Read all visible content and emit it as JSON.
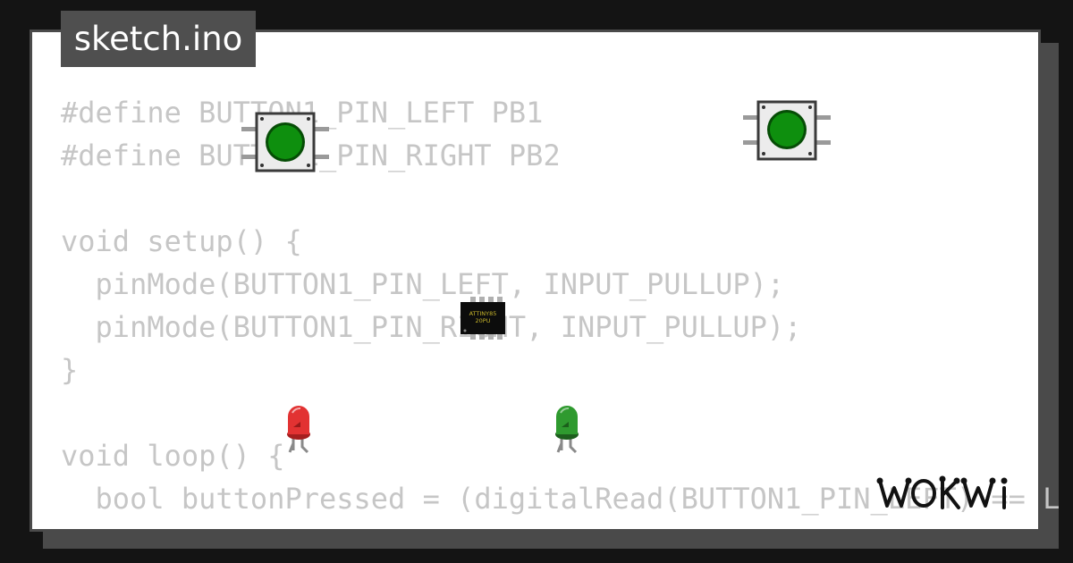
{
  "file_tab": {
    "name": "sketch.ino"
  },
  "code_lines": [
    "#define BUTTON1_PIN_LEFT PB1",
    "#define BUTTON1_PIN_RIGHT PB2",
    "",
    "void setup() {",
    "  pinMode(BUTTON1_PIN_LEFT, INPUT_PULLUP);",
    "  pinMode(BUTTON1_PIN_RIGHT, INPUT_PULLUP);",
    "}",
    "",
    "void loop() {",
    "  bool buttonPressed = (digitalRead(BUTTON1_PIN_LEFT) == L"
  ],
  "parts": {
    "chip": {
      "line1": "ATTINY85",
      "line2": "20PU"
    },
    "led_left": {
      "color": "#e23232"
    },
    "led_right": {
      "color": "#2f9a2f"
    },
    "button_cap_color": "#0e8f0e"
  },
  "brand": {
    "name": "WOKWI"
  },
  "colors": {
    "background": "#141414",
    "card": "#ffffff",
    "card_border": "#4a4a4a",
    "code_text": "#c6c6c6",
    "tab_background": "#4f4f4f"
  }
}
